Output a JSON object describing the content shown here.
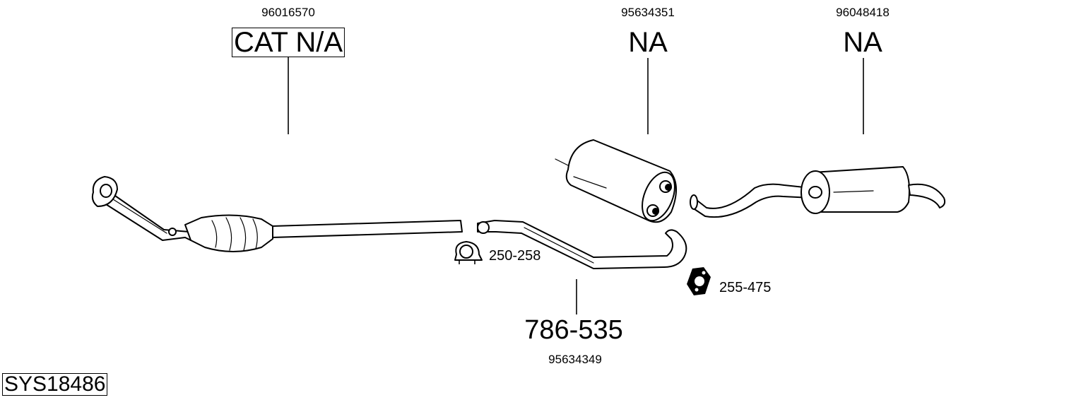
{
  "diagram": {
    "system_id": "SYS18486",
    "parts": [
      {
        "oem_number": "96016570",
        "label": "CAT N/A",
        "label_boxed": true,
        "description": "catalytic converter front pipe"
      },
      {
        "oem_number": "95634351",
        "label": "NA",
        "label_boxed": false,
        "description": "middle silencer"
      },
      {
        "oem_number": "96048418",
        "label": "NA",
        "label_boxed": false,
        "description": "rear silencer"
      },
      {
        "oem_number": "95634349",
        "label": "786-535",
        "label_boxed": false,
        "description": "intermediate pipe"
      }
    ],
    "accessories": [
      {
        "label": "250-258",
        "icon": "pipe-clamp-icon"
      },
      {
        "label": "255-475",
        "icon": "rubber-mount-icon"
      }
    ]
  }
}
